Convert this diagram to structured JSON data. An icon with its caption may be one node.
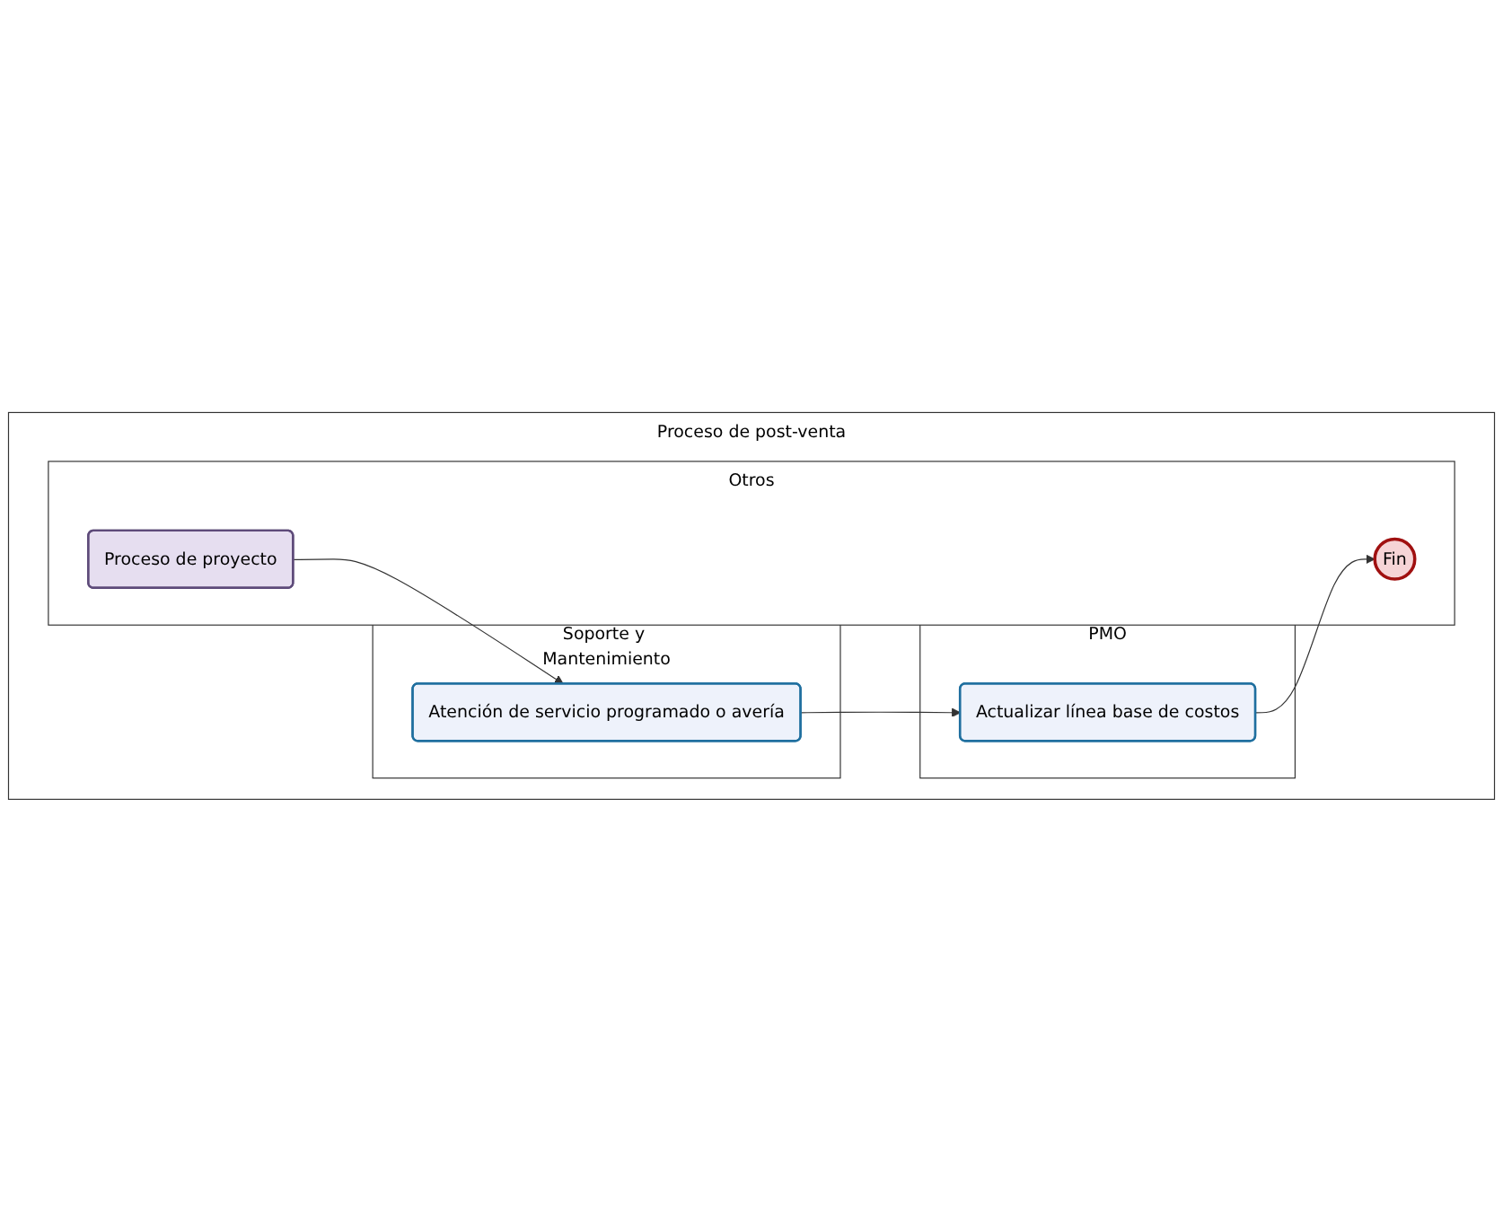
{
  "diagram": {
    "nodes": [
      {
        "text": [
          "Proceso de post-venta"
        ]
      },
      {
        "text": [
          "Otros"
        ],
        "in": 0
      },
      {
        "text": [
          "PMO"
        ],
        "in": 0
      },
      {
        "text": [
          "Soporte y Mantenimiento"
        ],
        "in": 0
      },
      {
        "text": [
          "Proceso de proyecto"
        ],
        "in": 1
      },
      {
        "text": [
          "Fin"
        ],
        "in": 1
      },
      {
        "text": [
          "Actualizar línea base de costos"
        ],
        "in": 2
      },
      {
        "text": [
          "Atención de servicio programado o avería"
        ],
        "in": 3
      }
    ],
    "edges": [
      {
        "from": 4,
        "to": 7,
        "arrow": "to"
      },
      {
        "from": 7,
        "to": 6,
        "arrow": "to"
      },
      {
        "from": 6,
        "to": 5,
        "arrow": "to"
      }
    ]
  }
}
